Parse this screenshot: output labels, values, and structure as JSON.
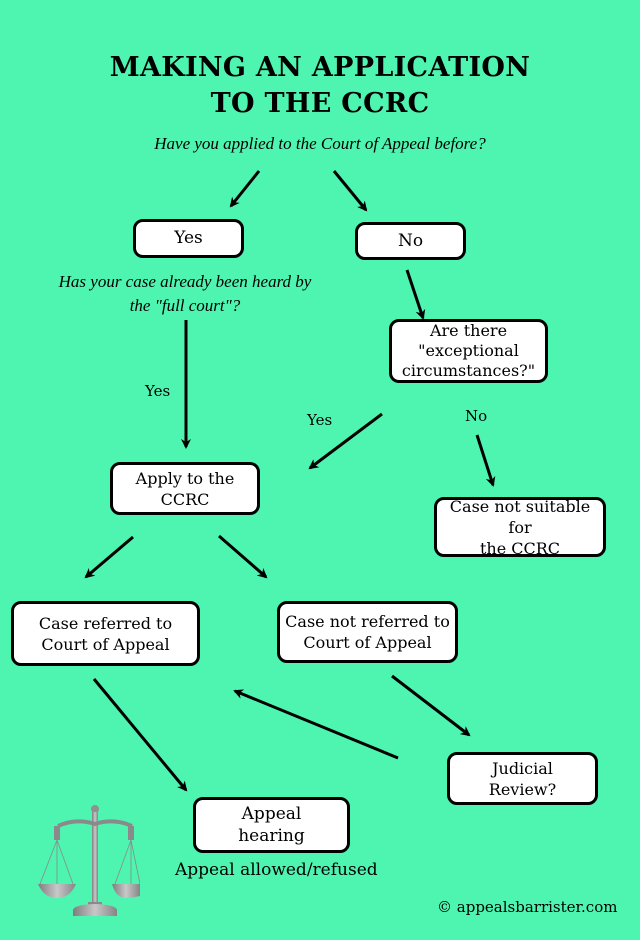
{
  "title": {
    "line1": "MAKING AN APPLICATION",
    "line2": "TO THE CCRC"
  },
  "questions": {
    "applied_before": "Have you applied to the Court of Appeal before?",
    "full_court_line1": "Has your case already been heard by",
    "full_court_line2": "the \"full court\"?"
  },
  "nodes": {
    "yes": "Yes",
    "no": "No",
    "exceptional_line1": "Are there",
    "exceptional_line2": "\"exceptional",
    "exceptional_line3": "circumstances?\"",
    "apply_line1": "Apply to the",
    "apply_line2": "CCRC",
    "not_suitable_line1": "Case not suitable for",
    "not_suitable_line2": "the CCRC",
    "referred_line1": "Case referred to",
    "referred_line2": "Court of Appeal",
    "not_referred_line1": "Case not referred to",
    "not_referred_line2": "Court of Appeal",
    "judicial_line1": "Judicial",
    "judicial_line2": "Review?",
    "hearing_line1": "Appeal",
    "hearing_line2": "hearing"
  },
  "edge_labels": {
    "full_court_yes": "Yes",
    "exceptional_yes": "Yes",
    "exceptional_no": "No"
  },
  "outcome": "Appeal allowed/refused",
  "footer": "© appealsbarrister.com",
  "colors": {
    "background": "#4ef5b0",
    "box_fill": "#ffffff",
    "stroke": "#000000"
  },
  "icons": {
    "scales": "scales-of-justice-icon"
  }
}
